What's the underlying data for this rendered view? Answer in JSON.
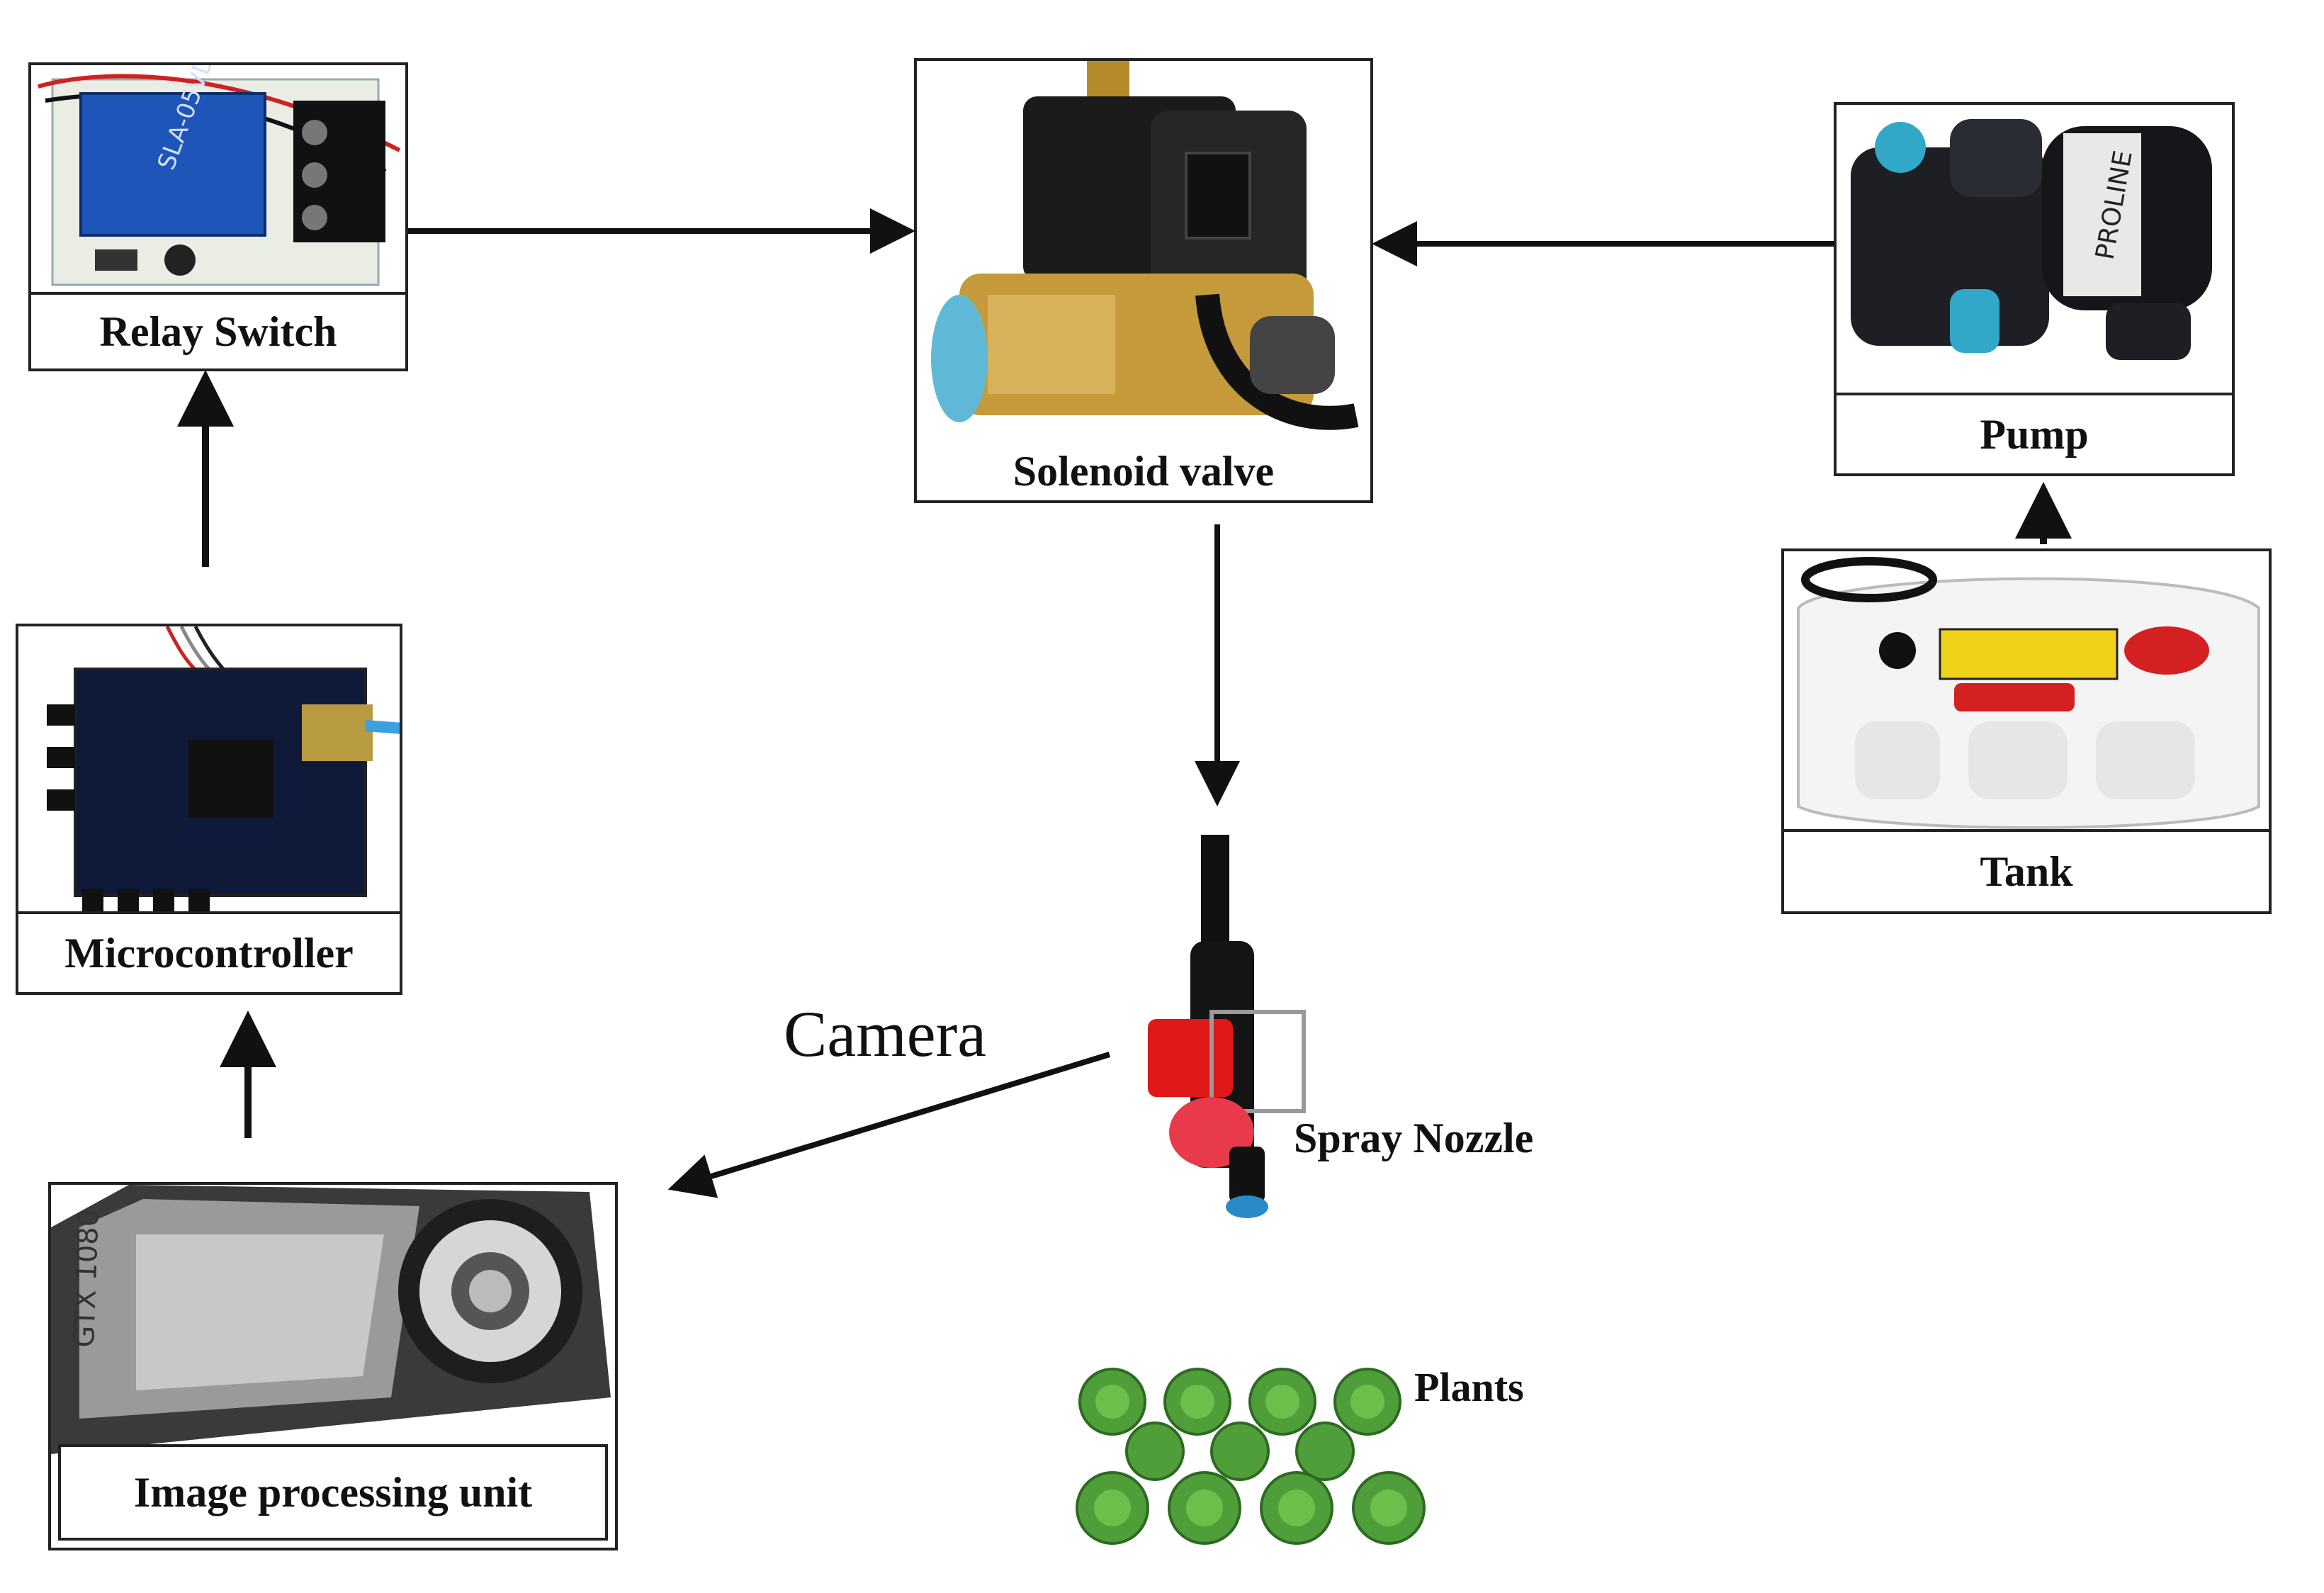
{
  "components": {
    "relay_switch": "Relay Switch",
    "solenoid_valve": "Solenoid valve",
    "pump": "Pump",
    "tank": "Tank",
    "microcontroller": "Microcontroller",
    "image_processing_unit": "Image processing unit",
    "spray_nozzle": "Spray Nozzle",
    "plants": "Plants",
    "camera": "Camera"
  },
  "pictures": {
    "relay": "relay-module-photo",
    "solenoid": "solenoid-valve-photo",
    "pump": "water-pump-photo",
    "tank": "spray-tank-photo",
    "microcontroller": "arduino-board-photo",
    "gpu": "graphics-card-photo",
    "nozzle": "spray-nozzle-with-camera-photo",
    "plants": "strawberry-plants-photo"
  },
  "colors": {
    "arrow": "#111111",
    "border": "#222222"
  }
}
